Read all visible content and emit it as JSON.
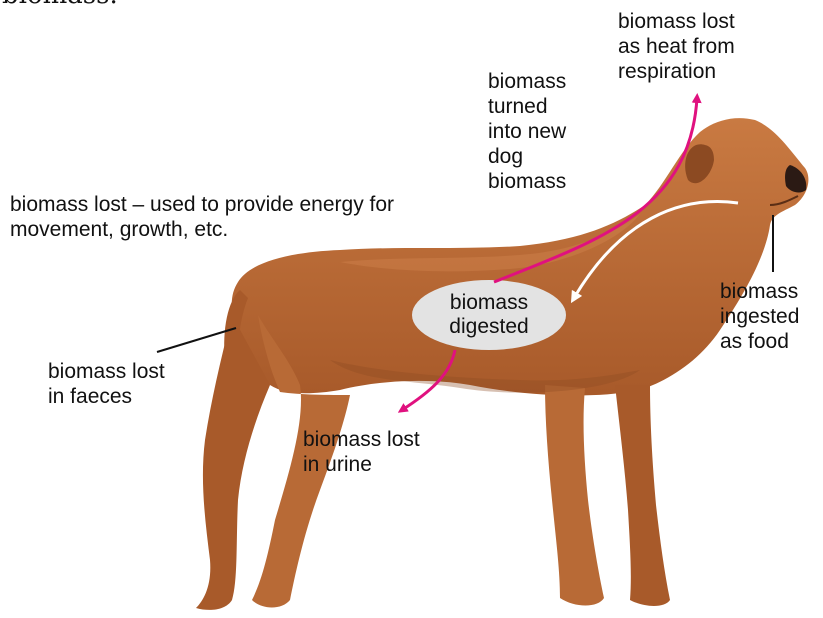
{
  "top_cut_text": "biomass.",
  "labels": {
    "heat_line1": "biomass lost",
    "heat_line2": "as heat from",
    "heat_line3": "respiration",
    "new_line1": "biomass",
    "new_line2": "turned",
    "new_line3": "into new",
    "new_line4": "dog",
    "new_line5": "biomass",
    "energy_line1": "biomass lost – used to provide energy for",
    "energy_line2": "movement, growth, etc.",
    "ingested_line1": "biomass",
    "ingested_line2": "ingested",
    "ingested_line3": "as food",
    "digested_line1": "biomass",
    "digested_line2": "digested",
    "faeces_line1": "biomass lost",
    "faeces_line2": "in faeces",
    "urine_line1": "biomass lost",
    "urine_line2": "in urine"
  },
  "colors": {
    "arrow_magenta": "#e0117f",
    "arrow_white": "#ffffff",
    "ellipse_fill": "#e3e3e3",
    "dog_coat": "#b86a36",
    "dog_shadow": "#8c4a22",
    "leader_line": "#111111"
  }
}
